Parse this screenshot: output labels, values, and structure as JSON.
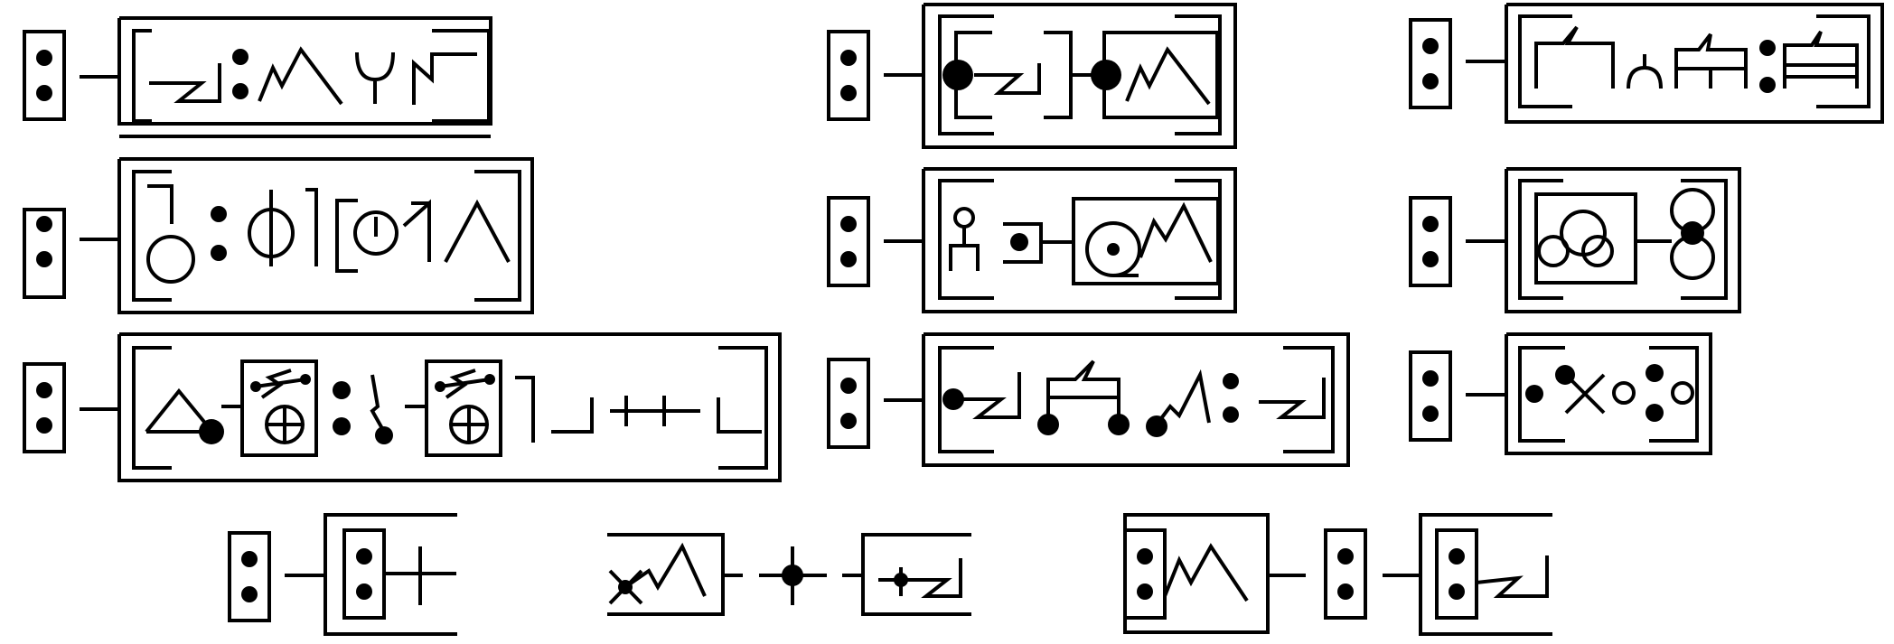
{
  "diagram": {
    "kind": "symbol-notation chart",
    "stroke_color": "#000000",
    "background_color": "#ffffff",
    "rows": [
      {
        "id": "row-1",
        "groups": [
          {
            "id": "group-1",
            "glyphs": [
              "dot-pair-box",
              "link-line",
              "double-frame",
              "bracket-corners",
              "zigzag-hook",
              "colon-dots",
              "mountain-zigzag",
              "forked-staff",
              "hooked-staff",
              "step-line"
            ]
          },
          {
            "id": "group-2",
            "glyphs": [
              "dot-pair-box",
              "link-line",
              "double-frame",
              "filled-node",
              "inner-frame",
              "zigzag-hook",
              "filled-node",
              "inner-box",
              "mountain-zigzag"
            ]
          },
          {
            "id": "group-3",
            "glyphs": [
              "dot-pair-box",
              "link-line",
              "double-frame",
              "gable-zigzag",
              "arc-staff",
              "gable-zigzag",
              "colon-dots",
              "gable-zigzag"
            ]
          }
        ]
      },
      {
        "id": "row-2",
        "groups": [
          {
            "id": "group-4",
            "glyphs": [
              "dot-pair-box",
              "link-line",
              "double-frame",
              "hook-circle",
              "colon-dots",
              "phi-glyph",
              "bracket-circle",
              "arrow-glyph",
              "angle-glyph"
            ]
          },
          {
            "id": "group-5",
            "glyphs": [
              "dot-pair-box",
              "link-line",
              "double-frame",
              "stick-figure",
              "dot-box",
              "link-line",
              "inner-box",
              "target-circle",
              "mountain-zigzag"
            ]
          },
          {
            "id": "group-6",
            "glyphs": [
              "dot-pair-box",
              "link-line",
              "double-frame",
              "inner-box",
              "triple-circle",
              "link-line",
              "figure-eight"
            ]
          }
        ]
      },
      {
        "id": "row-3",
        "groups": [
          {
            "id": "group-7",
            "glyphs": [
              "dot-pair-box",
              "link-line",
              "double-frame",
              "triangle-node",
              "sprout-cross-box",
              "colon-dots",
              "bolt-node",
              "sprout-cross-box",
              "bracket",
              "double-cross-line",
              "bracket"
            ]
          },
          {
            "id": "group-8",
            "glyphs": [
              "dot-pair-box",
              "link-line",
              "double-frame",
              "node-zigzag",
              "gable-nodes",
              "node-zigzag",
              "colon-dots",
              "zigzag-hook"
            ]
          },
          {
            "id": "group-9",
            "glyphs": [
              "dot-pair-box",
              "link-line",
              "double-frame",
              "dot",
              "x-cross",
              "ring",
              "colon-dots",
              "ring"
            ]
          }
        ]
      },
      {
        "id": "row-4",
        "groups": [
          {
            "id": "group-10",
            "glyphs": [
              "dot-pair-box",
              "link-line",
              "open-frame",
              "dot-pair-box",
              "cross-glyph"
            ]
          },
          {
            "id": "group-11",
            "glyphs": [
              "open-frame",
              "x-node",
              "mountain-zigzag",
              "dashed-link",
              "node-cross",
              "dashed-link",
              "open-frame",
              "node-zigzag"
            ]
          },
          {
            "id": "group-12",
            "glyphs": [
              "box",
              "dot-pair-box",
              "mountain-zigzag",
              "link-line",
              "dot-pair-box",
              "link-line",
              "open-frame",
              "dot-pair-box",
              "zigzag-hook"
            ]
          }
        ]
      }
    ]
  }
}
